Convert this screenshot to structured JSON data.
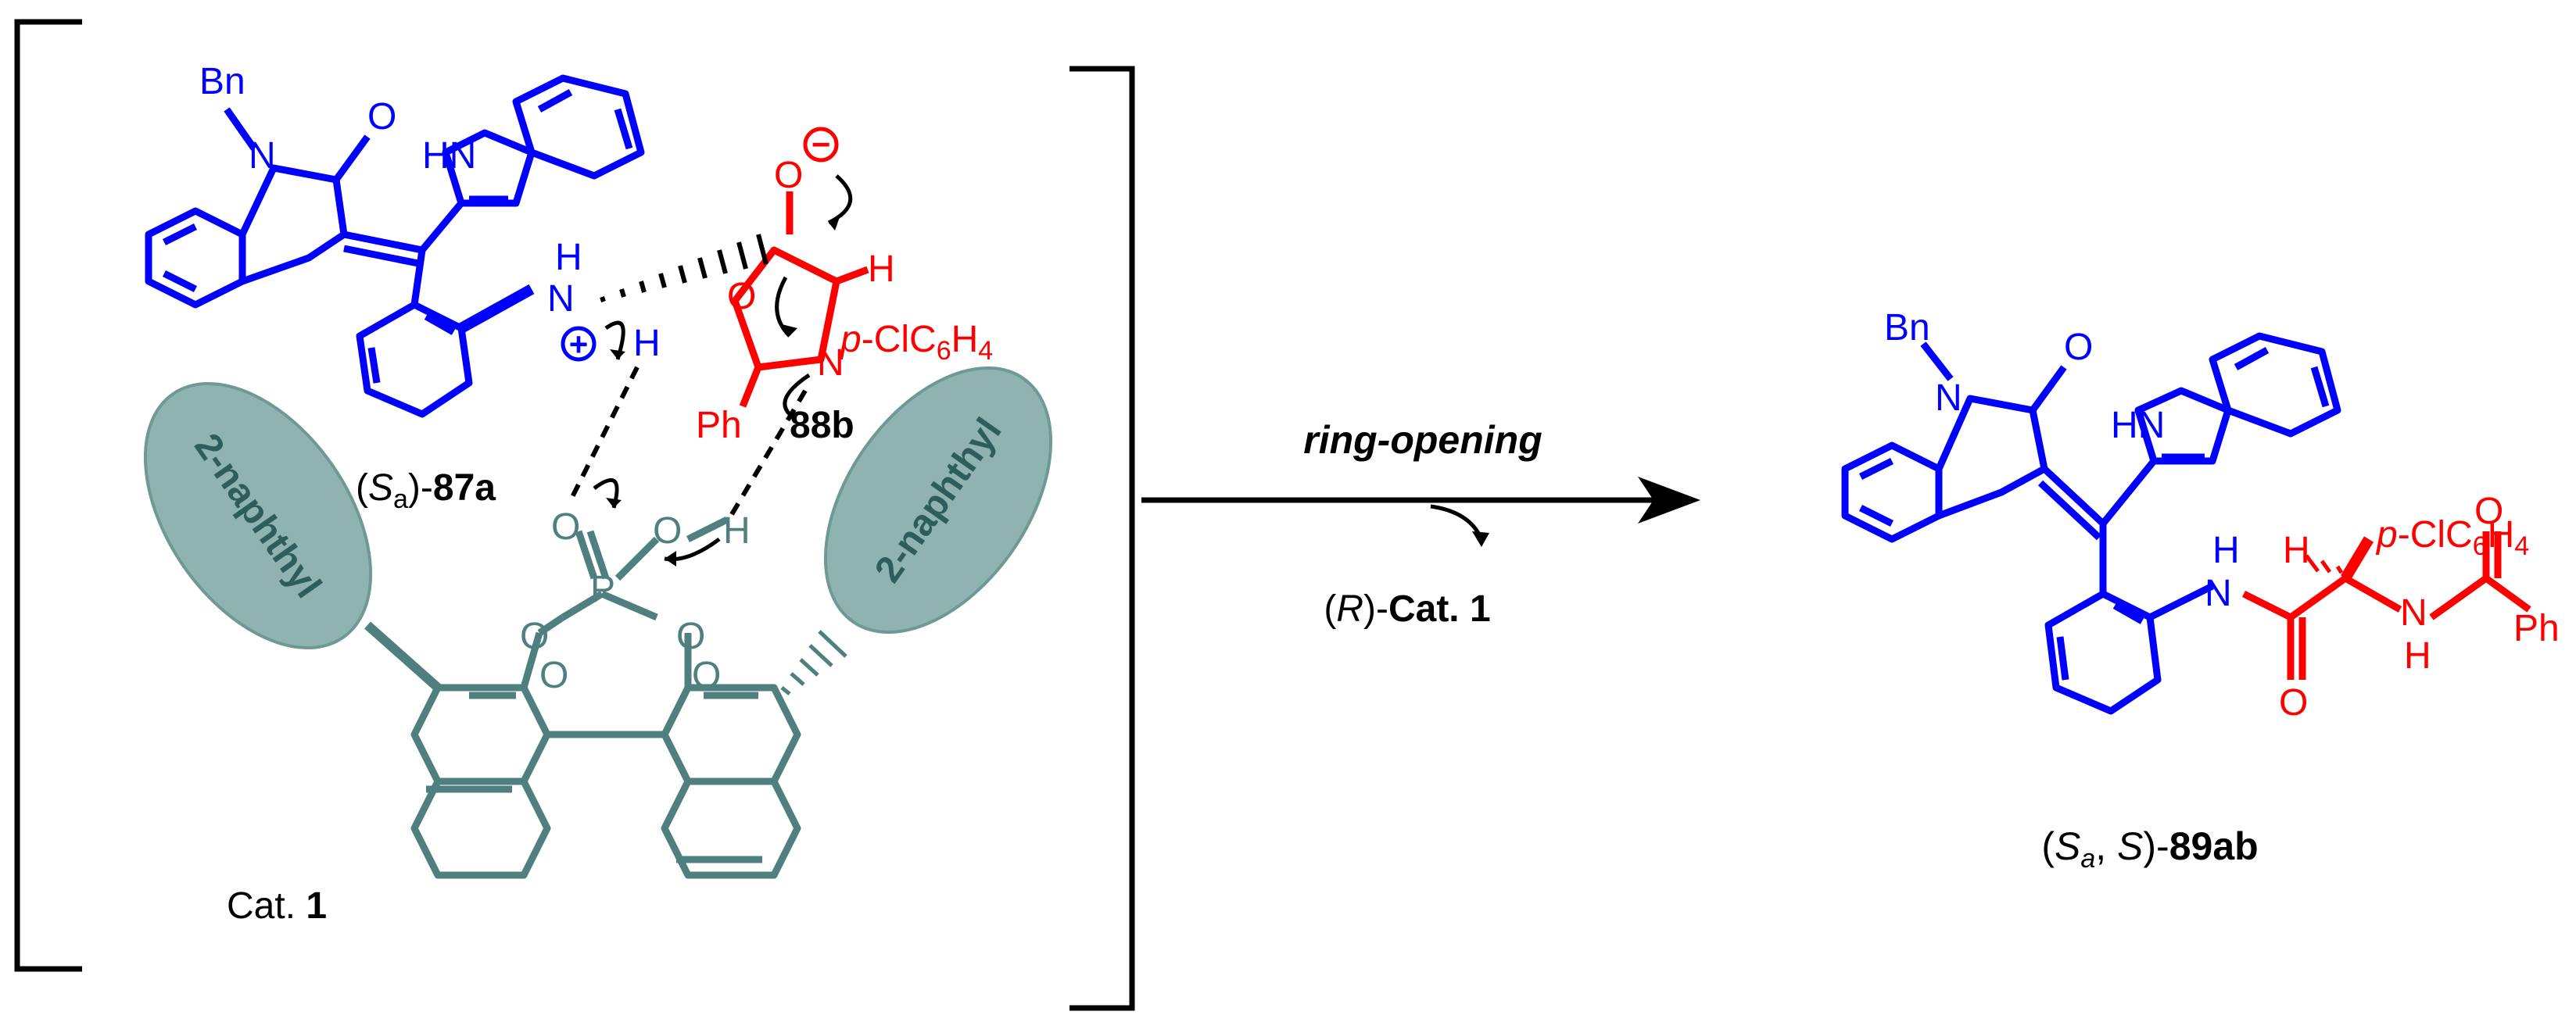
{
  "colors": {
    "substrate": "#0000ff",
    "azlactone": "#ff0000",
    "catalyst": "#4f7f7f",
    "ellipse_fill": "#8fb3b0",
    "black": "#000000"
  },
  "labels": {
    "bn_left": "Bn",
    "n_left": "N",
    "o_left": "O",
    "hn_left": "HN",
    "nh_h": "H",
    "nh_n": "N",
    "nh_h2": "H",
    "plus": "+",
    "minus": "−",
    "o_minus": "O",
    "o_ring": "O",
    "n_ring": "N",
    "h_ring": "H",
    "aryl_ring_prefix": "p",
    "aryl_ring_body": "-ClC",
    "aryl_ring_sub6": "6",
    "aryl_ring_h": "H",
    "aryl_ring_sub4": "4",
    "ph_ring": "Ph",
    "cmpd_88b": "88b",
    "sa_open": "(",
    "sa_s": "S",
    "sa_sub": "a",
    "sa_close": ")-",
    "cmpd_87a": "87a",
    "naph_left": "2-naphthyl",
    "naph_right": "2-naphthyl",
    "p_o_dbl": "O",
    "p_atom": "P",
    "p_oh_o": "O",
    "p_oh_h": "H",
    "p_o1": "O",
    "p_o2": "O",
    "p_o3": "O",
    "p_o4": "O",
    "cat_text": "Cat. ",
    "cat_num": "1",
    "arrow_label": "ring-opening",
    "rcat_open": "(",
    "rcat_r": "R",
    "rcat_close": ")-",
    "rcat_bold": "Cat. 1",
    "bn_right": "Bn",
    "n_right": "N",
    "o_right": "O",
    "hn_right": "HN",
    "amide_h": "H",
    "amide_n": "N",
    "amide_o": "O",
    "h_stereo": "H",
    "aryl_prod_prefix": "p",
    "aryl_prod_body": "-ClC",
    "aryl_prod_sub6": "6",
    "aryl_prod_h": "H",
    "aryl_prod_sub4": "4",
    "nh2_n": "N",
    "nh2_h": "H",
    "bz_o": "O",
    "ph_prod": "Ph",
    "prod_open": "(",
    "prod_s1": "S",
    "prod_sub": "a",
    "prod_mid": ", ",
    "prod_s2": "S",
    "prod_close": ")-",
    "cmpd_89ab": "89ab"
  }
}
